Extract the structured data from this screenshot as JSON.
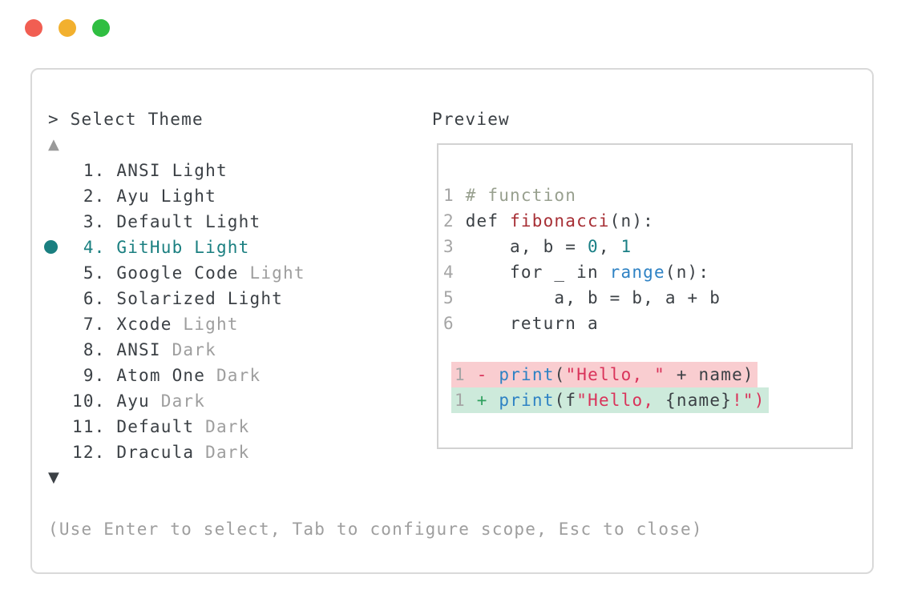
{
  "window": {
    "traffic_lights": [
      {
        "name": "close",
        "color": "#f15e52"
      },
      {
        "name": "minimize",
        "color": "#f2b02e"
      },
      {
        "name": "zoom",
        "color": "#2fbe41"
      }
    ]
  },
  "theme_picker": {
    "prompt": "> Select Theme",
    "scroll_up": "▲",
    "scroll_down": "▼",
    "items": [
      {
        "text": " 1. ANSI Light",
        "muted": "",
        "selected": false
      },
      {
        "text": " 2. Ayu Light",
        "muted": "",
        "selected": false
      },
      {
        "text": " 3. Default Light",
        "muted": "",
        "selected": false
      },
      {
        "text": " 4. GitHub Light",
        "muted": "",
        "selected": true
      },
      {
        "text": " 5. Google Code",
        "muted": " Light",
        "selected": false
      },
      {
        "text": " 6. Solarized Light",
        "muted": "",
        "selected": false
      },
      {
        "text": " 7. Xcode",
        "muted": " Light",
        "selected": false
      },
      {
        "text": " 8. ANSI",
        "muted": " Dark",
        "selected": false
      },
      {
        "text": " 9. Atom One",
        "muted": " Dark",
        "selected": false
      },
      {
        "text": "10. Ayu",
        "muted": " Dark",
        "selected": false
      },
      {
        "text": "11. Default",
        "muted": " Dark",
        "selected": false
      },
      {
        "text": "12. Dracula",
        "muted": " Dark",
        "selected": false
      }
    ],
    "help_text": "(Use Enter to select, Tab to configure scope, Esc to close)"
  },
  "preview": {
    "title": "Preview",
    "code_lines": [
      [
        [
          "ln",
          "1 "
        ],
        [
          "c",
          "# function"
        ]
      ],
      [
        [
          "ln",
          "2 "
        ],
        [
          "p",
          "def "
        ],
        [
          "f",
          "fibonacci"
        ],
        [
          "p",
          "(n):"
        ]
      ],
      [
        [
          "ln",
          "3 "
        ],
        [
          "p",
          "    a, b = "
        ],
        [
          "n",
          "0"
        ],
        [
          "p",
          ", "
        ],
        [
          "n",
          "1"
        ]
      ],
      [
        [
          "ln",
          "4 "
        ],
        [
          "p",
          "    for _ in "
        ],
        [
          "b",
          "range"
        ],
        [
          "p",
          "(n):"
        ]
      ],
      [
        [
          "ln",
          "5 "
        ],
        [
          "p",
          "        a, b = b, a + b"
        ]
      ],
      [
        [
          "ln",
          "6 "
        ],
        [
          "p",
          "    return a"
        ]
      ]
    ],
    "diff_lines": [
      {
        "kind": "removed",
        "segments": [
          [
            "ln",
            "1 "
          ],
          [
            "m",
            "- "
          ],
          [
            "b",
            "print"
          ],
          [
            "p",
            "("
          ],
          [
            "s",
            "\"Hello, \""
          ],
          [
            "p",
            " + name)"
          ]
        ]
      },
      {
        "kind": "added",
        "segments": [
          [
            "ln",
            "1 "
          ],
          [
            "a",
            "+ "
          ],
          [
            "b",
            "print"
          ],
          [
            "p",
            "(f"
          ],
          [
            "s",
            "\"Hello, "
          ],
          [
            "p",
            "{name}"
          ],
          [
            "s",
            "!\")"
          ]
        ]
      }
    ]
  },
  "colors": {
    "selection_teal": "#1a7f80",
    "text_dark": "#3b4045",
    "text_muted": "#9e9e9e",
    "comment_gray": "#98a08f",
    "function_red": "#a72f35",
    "number_teal": "#1a7f85",
    "builtin_blue": "#2e82c4",
    "string_red": "#d9335a",
    "plus_green": "#2fa05e",
    "diff_removed_bg": "#f9cdd0",
    "diff_added_bg": "#cdeadb",
    "traffic_red": "#f15e52",
    "traffic_yellow": "#f2b02e",
    "traffic_green": "#2fbe41"
  }
}
